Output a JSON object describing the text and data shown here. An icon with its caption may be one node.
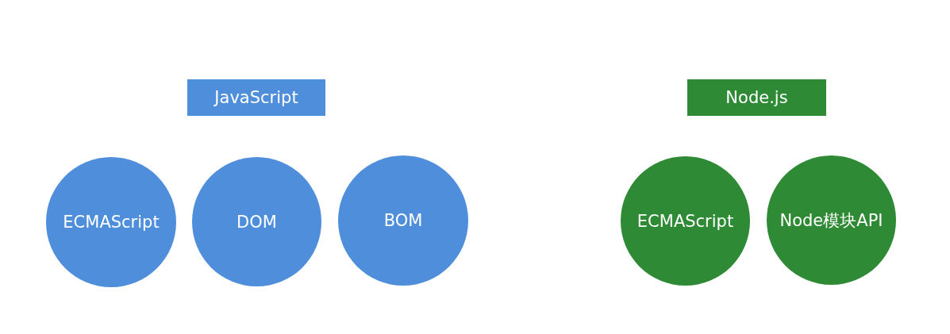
{
  "diagram": {
    "nodes": [
      {
        "text": [
          "JavaScript"
        ]
      },
      {
        "text": [
          "ECMAScript"
        ]
      },
      {
        "text": [
          "DOM"
        ]
      },
      {
        "text": [
          "BOM"
        ]
      },
      {
        "text": [
          "Node.js"
        ]
      },
      {
        "text": [
          "ECMAScript"
        ]
      },
      {
        "text": [
          "Node模块API"
        ]
      }
    ]
  }
}
